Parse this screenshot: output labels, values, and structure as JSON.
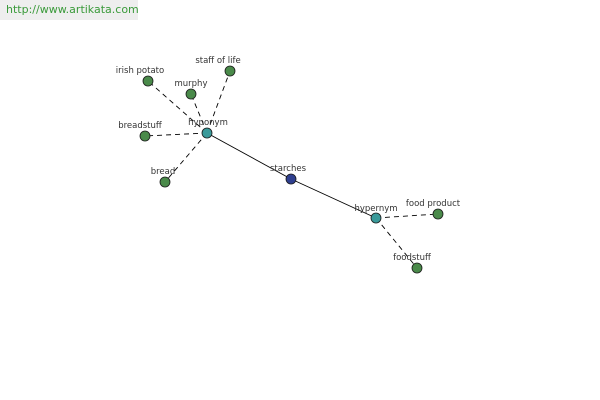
{
  "site": {
    "url": "http://www.artikata.com"
  },
  "colors": {
    "leaf": "#4a8a4a",
    "connector": "#3a9a9a",
    "root": "#2f3f8f",
    "edge": "#000000"
  },
  "graph": {
    "root": {
      "id": "starches",
      "label": "starches"
    },
    "nodes": [
      {
        "id": "hyponym",
        "label": "hyponym",
        "kind": "connector"
      },
      {
        "id": "hypernym",
        "label": "hypernym",
        "kind": "connector"
      },
      {
        "id": "irish-potato",
        "label": "irish potato",
        "kind": "leaf"
      },
      {
        "id": "murphy",
        "label": "murphy",
        "kind": "leaf"
      },
      {
        "id": "staff-of-life",
        "label": "staff of life",
        "kind": "leaf"
      },
      {
        "id": "breadstuff",
        "label": "breadstuff",
        "kind": "leaf"
      },
      {
        "id": "bread",
        "label": "bread",
        "kind": "leaf"
      },
      {
        "id": "food-product",
        "label": "food product",
        "kind": "leaf"
      },
      {
        "id": "foodstuff",
        "label": "foodstuff",
        "kind": "leaf"
      }
    ],
    "edges": [
      {
        "from": "starches",
        "to": "hyponym",
        "style": "solid"
      },
      {
        "from": "starches",
        "to": "hypernym",
        "style": "solid"
      },
      {
        "from": "hyponym",
        "to": "irish-potato",
        "style": "dashed"
      },
      {
        "from": "hyponym",
        "to": "murphy",
        "style": "dashed"
      },
      {
        "from": "hyponym",
        "to": "staff-of-life",
        "style": "dashed"
      },
      {
        "from": "hyponym",
        "to": "breadstuff",
        "style": "dashed"
      },
      {
        "from": "hyponym",
        "to": "bread",
        "style": "dashed"
      },
      {
        "from": "hypernym",
        "to": "food-product",
        "style": "dashed"
      },
      {
        "from": "hypernym",
        "to": "foodstuff",
        "style": "dashed"
      }
    ]
  }
}
